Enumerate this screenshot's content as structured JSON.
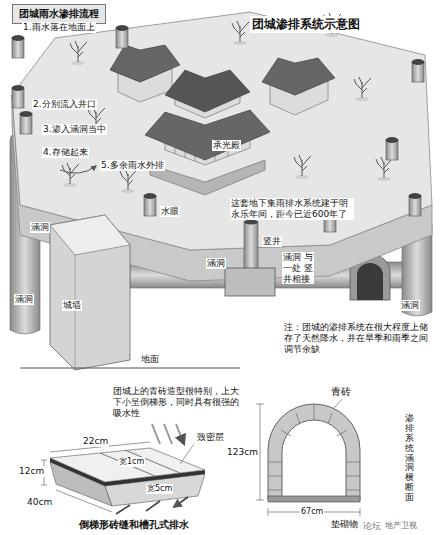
{
  "diagram": {
    "title": "团城渗排系统示意图",
    "nodes": [
      {
        "text": [
          "团城雨水渗排流程"
        ]
      }
    ],
    "labels": [
      "1.雨水落在地面上",
      "2.分别流入井口",
      "3.渗入涵洞当中",
      "4.存储起来",
      "5.多余雨水外排",
      "承光殿",
      "涵洞",
      "涵洞",
      "水眼",
      "这套地下集雨排水系统建于明永乐年间，距今已近600年了",
      "竖井",
      "涵洞",
      "涵洞 与一处 竖井相接",
      "涵洞",
      "城墙",
      "地面",
      "注：团城的渗排系统在很大程度上储存了天然降水，并在旱季和雨季之间调节余缺",
      "团城上的青砖造型很特别，上大下小呈倒梯形，同时具有很强的吸水性",
      "致密层",
      "22cm",
      "12cm",
      "宽1cm",
      "宽5cm",
      "40cm",
      "倒梯形砖缝和槽孔式排水",
      "青砖",
      "123cm",
      "67cm",
      "渗排系统涵洞横断面",
      "垫砌物",
      "论坛",
      "地产卫视"
    ]
  }
}
